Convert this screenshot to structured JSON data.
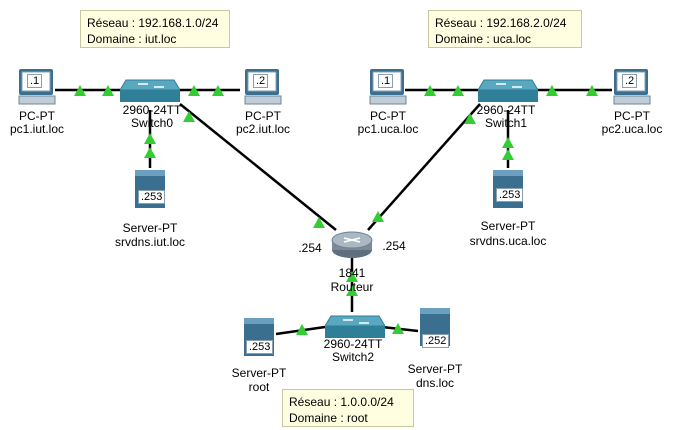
{
  "networks": [
    {
      "reseau": "Réseau : 192.168.1.0/24",
      "domaine": "Domaine : iut.loc"
    },
    {
      "reseau": "Réseau : 192.168.2.0/24",
      "domaine": "Domaine : uca.loc"
    },
    {
      "reseau": "Réseau : 1.0.0.0/24",
      "domaine": "Domaine : root"
    }
  ],
  "devices": {
    "pc1_iut": {
      "type": "PC-PT",
      "name": "pc1.iut.loc",
      "ip": ".1"
    },
    "pc2_iut": {
      "type": "PC-PT",
      "name": "pc2.iut.loc",
      "ip": ".2"
    },
    "switch0": {
      "type": "2960-24TT",
      "name": "Switch0"
    },
    "srvdns_iut": {
      "type": "Server-PT",
      "name": "srvdns.iut.loc",
      "ip": ".253"
    },
    "pc1_uca": {
      "type": "PC-PT",
      "name": "pc1.uca.loc",
      "ip": ".1"
    },
    "pc2_uca": {
      "type": "PC-PT",
      "name": "pc2.uca.loc",
      "ip": ".2"
    },
    "switch1": {
      "type": "2960-24TT",
      "name": "Switch1"
    },
    "srvdns_uca": {
      "type": "Server-PT",
      "name": "srvdns.uca.loc",
      "ip": ".253"
    },
    "router": {
      "type": "1841",
      "name": "Routeur",
      "ip_left": ".254",
      "ip_right": ".254"
    },
    "switch2": {
      "type": "2960-24TT",
      "name": "Switch2"
    },
    "root": {
      "type": "Server-PT",
      "name": "root",
      "ip": ".253"
    },
    "dns": {
      "type": "Server-PT",
      "name": "dns.loc",
      "ip": ".252"
    }
  },
  "colors": {
    "link": "#000000",
    "link_up": "#33cc33",
    "switch": "#2f7f99",
    "router": "#7a8a99",
    "note_bg": "#fffee0"
  }
}
